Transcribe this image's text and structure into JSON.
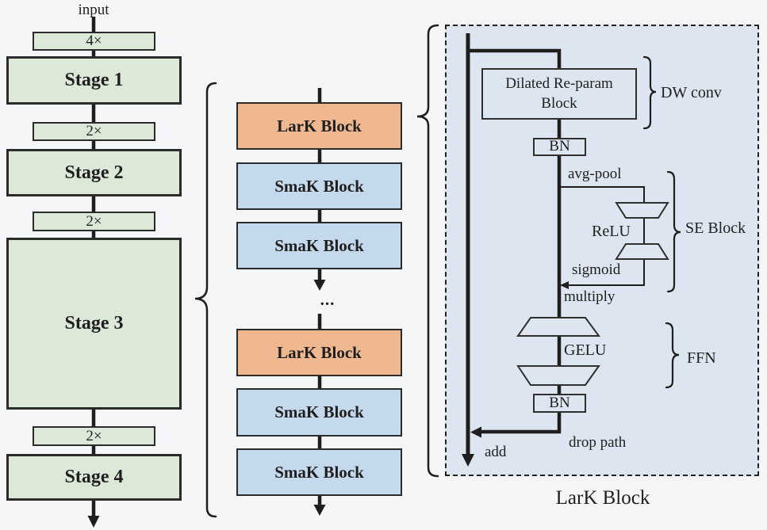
{
  "colors": {
    "background": "#f5f6f7",
    "stage_green": "#dce9d8",
    "lark_orange": "#f0b890",
    "smak_blue": "#c5d9ed",
    "panel_blue": "#dce5f0",
    "line_dark": "#1e1e1e"
  },
  "backbone": {
    "input_label": "input",
    "stages": [
      {
        "repeat": "4×",
        "label": "Stage 1"
      },
      {
        "repeat": "2×",
        "label": "Stage 2"
      },
      {
        "repeat": "2×",
        "label": "Stage 3"
      },
      {
        "repeat": "2×",
        "label": "Stage 4"
      }
    ]
  },
  "stack": {
    "ellipsis": "...",
    "groups": [
      {
        "blocks": [
          {
            "label": "LarK Block",
            "type": "lark"
          },
          {
            "label": "SmaK Block",
            "type": "smak"
          },
          {
            "label": "SmaK Block",
            "type": "smak"
          }
        ]
      },
      {
        "blocks": [
          {
            "label": "LarK Block",
            "type": "lark"
          },
          {
            "label": "SmaK Block",
            "type": "smak"
          },
          {
            "label": "SmaK Block",
            "type": "smak"
          }
        ]
      }
    ]
  },
  "lark_detail": {
    "caption": "LarK Block",
    "dilated_block": "Dilated Re-param Block",
    "bn_top": "BN",
    "bn_bottom": "BN",
    "avg_pool": "avg-pool",
    "relu": "ReLU",
    "sigmoid": "sigmoid",
    "multiply": "multiply",
    "gelu": "GELU",
    "drop_path": "drop path",
    "add": "add",
    "dw_conv": "DW conv",
    "se_block": "SE Block",
    "ffn": "FFN"
  }
}
